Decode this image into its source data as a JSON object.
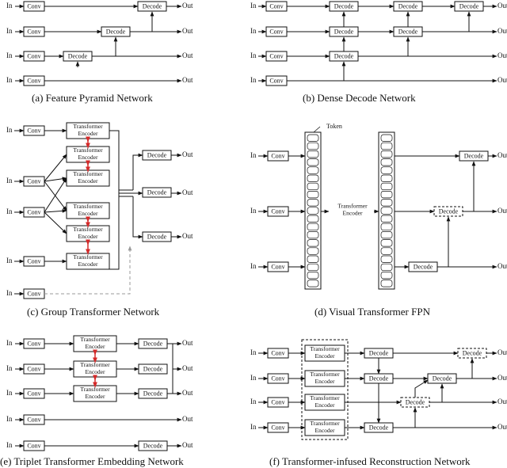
{
  "labels": {
    "in": "In",
    "out": "Out",
    "conv": "Conv",
    "decode": "Decode",
    "token": "Token",
    "transformer_line1": "Transformer",
    "transformer_line2": "Encoder"
  },
  "captions": {
    "a": "(a) Feature Pyramid Network",
    "b": "(b) Dense Decode Network",
    "c": "(c) Group Transformer Network",
    "d": "(d) Visual Transformer FPN",
    "e": "(e) Triplet Transformer Embedding Network",
    "f": "(f) Transformer-infused Reconstruction Network"
  },
  "colors": {
    "line": "#111111",
    "red_arrow": "#d42a2a",
    "dashed": "#9a9a9a"
  }
}
